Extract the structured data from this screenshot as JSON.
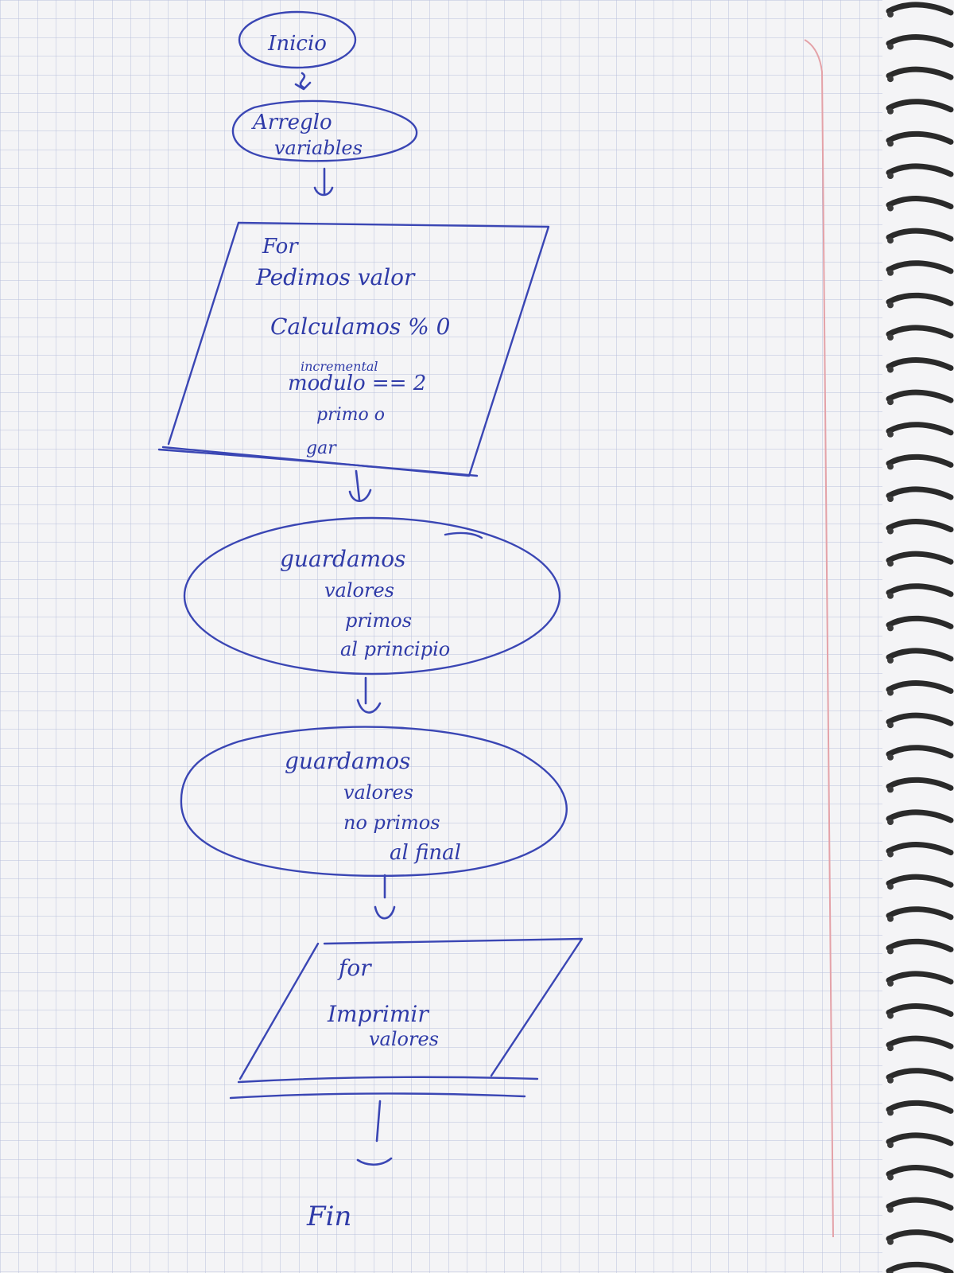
{
  "colors": {
    "paper": "#f4f4f6",
    "grid": "#b9bfdc",
    "margin_line": "#e4a2a8",
    "ink": "#2f3ba8",
    "binding_ring": "#2a2a2a"
  },
  "flowchart": {
    "start": "Inicio",
    "declare": [
      "Arreglo",
      "variables"
    ],
    "loop_input": {
      "keyword": "For",
      "lines": [
        "Pedimos valor",
        "Calculamos % 0",
        "incremental",
        "modulo == 2",
        "primo o",
        "gar"
      ]
    },
    "store_primes": [
      "guardamos",
      "valores",
      "primos",
      "al principio"
    ],
    "store_nonprimes": [
      "guardamos",
      "valores",
      "no primos",
      "al final"
    ],
    "loop_output": {
      "keyword": "for",
      "lines": [
        "Imprimir",
        "valores"
      ]
    },
    "end": "Fin"
  }
}
